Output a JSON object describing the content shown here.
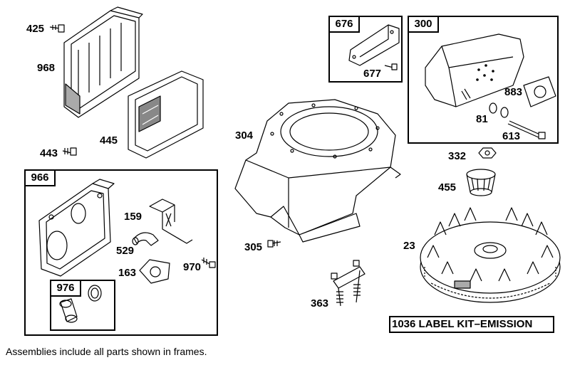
{
  "parts": {
    "p425": "425",
    "p968": "968",
    "p445": "445",
    "p443": "443",
    "p304": "304",
    "p305": "305",
    "p363": "363",
    "p677": "677",
    "p883": "883",
    "p81": "81",
    "p613": "613",
    "p332": "332",
    "p455": "455",
    "p23": "23",
    "p159": "159",
    "p529": "529",
    "p163": "163",
    "p970": "970"
  },
  "frames": {
    "f966": "966",
    "f976": "976",
    "f676": "676",
    "f300": "300"
  },
  "label_kit": "1036 LABEL KIT–EMISSION",
  "footer_note": "Assemblies include all parts shown in frames."
}
